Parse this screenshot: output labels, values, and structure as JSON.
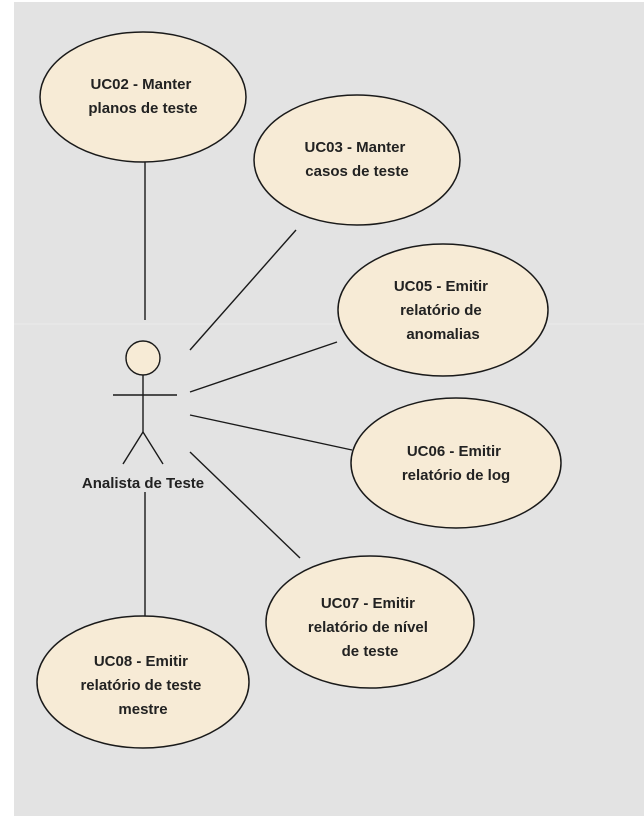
{
  "colors": {
    "page_background": "#ffffff",
    "diagram_background": "#e3e3e3",
    "use_case_fill": "#f7ebd6",
    "line": "#1a1a1a",
    "text": "#222222"
  },
  "actor": {
    "name": "Analista de Teste"
  },
  "use_cases": [
    {
      "id": "uc02",
      "lines": [
        "UC02 - Manter",
        "planos de teste"
      ]
    },
    {
      "id": "uc03",
      "lines": [
        "UC03 - Manter",
        "casos de teste"
      ]
    },
    {
      "id": "uc05",
      "lines": [
        "UC05 - Emitir",
        "relatório de",
        "anomalias"
      ]
    },
    {
      "id": "uc06",
      "lines": [
        "UC06 - Emitir",
        "relatório de log"
      ]
    },
    {
      "id": "uc07",
      "lines": [
        "UC07 - Emitir",
        "relatório de nível",
        "de teste"
      ]
    },
    {
      "id": "uc08",
      "lines": [
        "UC08 - Emitir",
        "relatório de teste",
        "mestre"
      ]
    }
  ]
}
